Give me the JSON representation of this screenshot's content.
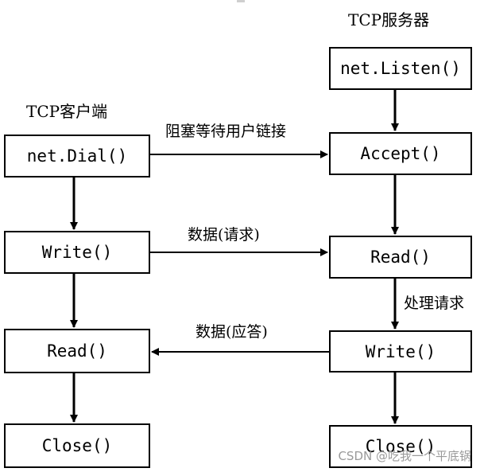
{
  "diagram": {
    "client_title": "TCP客户端",
    "server_title": "TCP服务器",
    "client": {
      "dial": "net.Dial()",
      "write": "Write()",
      "read": "Read()",
      "close": "Close()"
    },
    "server": {
      "listen": "net.Listen()",
      "accept": "Accept()",
      "read": "Read()",
      "write": "Write()",
      "close": "Close()"
    },
    "edges": {
      "connect": "阻塞等待用户链接",
      "request": "数据(请求)",
      "process": "处理请求",
      "response": "数据(应答)"
    }
  },
  "watermark": "CSDN @吃我一个平底锅"
}
